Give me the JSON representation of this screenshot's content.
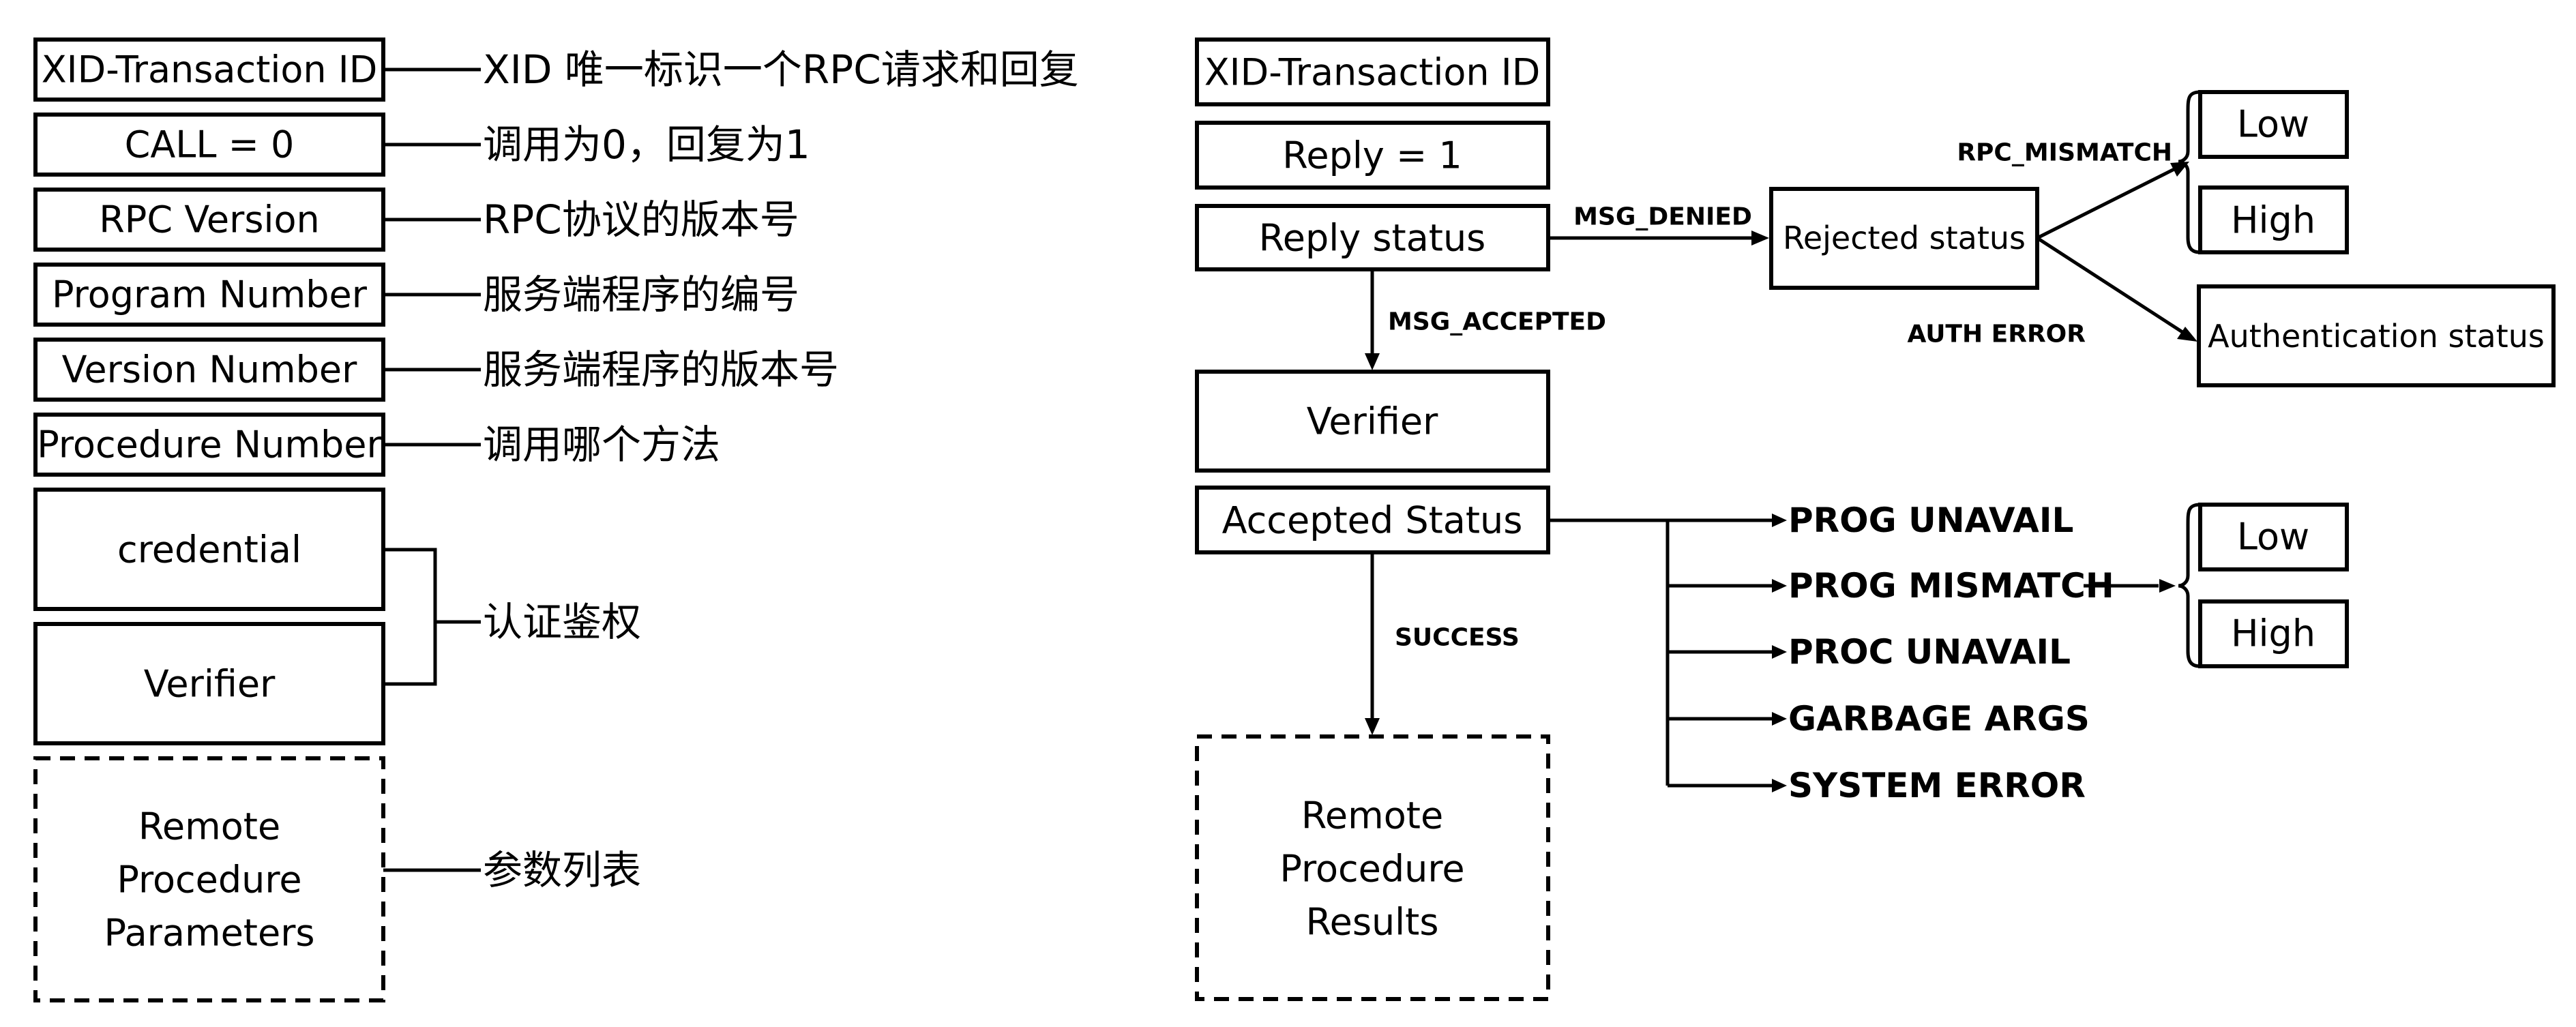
{
  "call_message": {
    "fields": [
      {
        "label": "XID-Transaction ID",
        "note": "XID 唯一标识一个RPC请求和回复"
      },
      {
        "label": "CALL = 0",
        "note": "调用为0，回复为1"
      },
      {
        "label": "RPC Version",
        "note": "RPC协议的版本号"
      },
      {
        "label": "Program Number",
        "note": "服务端程序的编号"
      },
      {
        "label": "Version Number",
        "note": "服务端程序的版本号"
      },
      {
        "label": "Procedure Number",
        "note": "调用哪个方法"
      },
      {
        "label": "credential",
        "note": ""
      },
      {
        "label": "Verifier",
        "note": ""
      }
    ],
    "auth_note": "认证鉴权",
    "params": {
      "lines": [
        "Remote",
        "Procedure",
        "Parameters"
      ],
      "note": "参数列表"
    }
  },
  "reply_message": {
    "xid": "XID-Transaction ID",
    "reply": "Reply = 1",
    "reply_status": "Reply status",
    "msg_denied": "MSG_DENIED",
    "msg_accepted": "MSG_ACCEPTED",
    "rejected_status": "Rejected status",
    "rpc_mismatch": "RPC_MISMATCH",
    "auth_error": "AUTH ERROR",
    "mismatch_low": "Low",
    "mismatch_high": "High",
    "authentication_status": "Authentication status",
    "verifier": "Verifier",
    "accepted_status": "Accepted Status",
    "success": "SUCCESS",
    "accept_codes": [
      "PROG UNAVAIL",
      "PROG MISMATCH",
      "PROC UNAVAIL",
      "GARBAGE ARGS",
      "SYSTEM ERROR"
    ],
    "prog_mismatch_low": "Low",
    "prog_mismatch_high": "High",
    "results": {
      "lines": [
        "Remote",
        "Procedure",
        "Results"
      ]
    }
  }
}
